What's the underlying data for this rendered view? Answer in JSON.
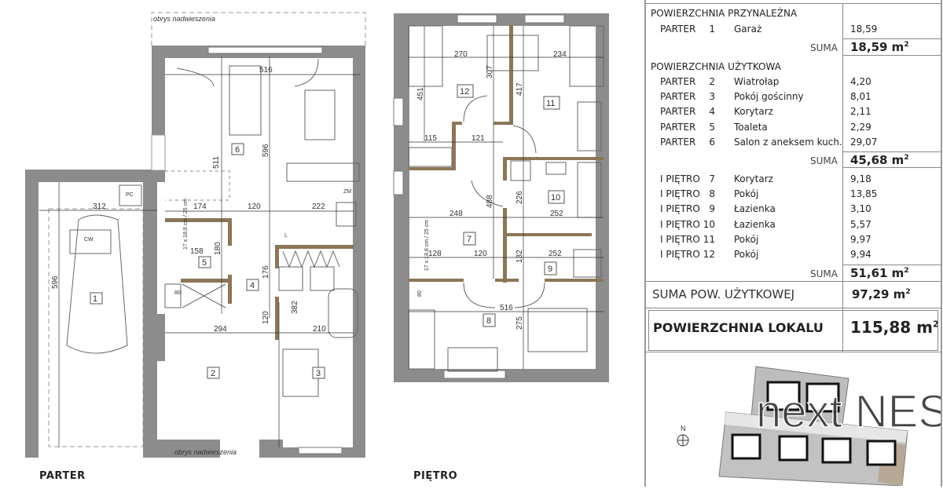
{
  "plans": {
    "ground": {
      "label": "PARTER",
      "overhang_top": "obrys nadwieszenia",
      "overhang_bottom": "obrys nadwieszenia",
      "rooms": [
        "1",
        "2",
        "3",
        "4",
        "5",
        "6"
      ],
      "equipment": {
        "pc": "PC",
        "cw": "CW",
        "zm": "ZM",
        "l": "L",
        "d80": "80"
      },
      "stairs": "17 x 18,8 cm / 25 cm",
      "dims": {
        "d516": "516",
        "d511": "511",
        "d596a": "596",
        "d312": "312",
        "d596b": "596",
        "d174": "174",
        "d120": "120",
        "d222": "222",
        "d158": "158",
        "d180": "180",
        "d176": "176",
        "d382": "382",
        "d294": "294",
        "d120b": "120",
        "d210": "210"
      }
    },
    "upper": {
      "label": "PIĘTRO",
      "rooms": [
        "7",
        "8",
        "9",
        "10",
        "11",
        "12"
      ],
      "stairs": "17 x 18,8 cm / 25 cm",
      "dims": {
        "d270": "270",
        "d234": "234",
        "d307": "307",
        "d417": "417",
        "d451": "451",
        "d115": "115",
        "d121": "121",
        "d488": "488",
        "d226": "226",
        "d248": "248",
        "d252a": "252",
        "d128": "128",
        "d120": "120",
        "d132": "132",
        "d252b": "252",
        "d516": "516",
        "d275": "275",
        "d80": "80"
      }
    }
  },
  "table": {
    "section1": "POWIERZCHNIA PRZYNALEŻNA",
    "rows1": [
      {
        "level": "PARTER",
        "no": "1",
        "name": "Garaż",
        "area": "18,59"
      }
    ],
    "sum_label": "SUMA",
    "sum1": "18,59 m",
    "section2": "POWIERZCHNIA UŻYTKOWA",
    "rows2": [
      {
        "level": "PARTER",
        "no": "2",
        "name": "Wiatrołap",
        "area": "4,20"
      },
      {
        "level": "PARTER",
        "no": "3",
        "name": "Pokój gościnny",
        "area": "8,01"
      },
      {
        "level": "PARTER",
        "no": "4",
        "name": "Korytarz",
        "area": "2,11"
      },
      {
        "level": "PARTER",
        "no": "5",
        "name": "Toaleta",
        "area": "2,29"
      },
      {
        "level": "PARTER",
        "no": "6",
        "name": "Salon z aneksem kuch.",
        "area": "29,07"
      }
    ],
    "sum2": "45,68 m",
    "rows3": [
      {
        "level": "I PIĘTRO",
        "no": "7",
        "name": "Korytarz",
        "area": "9,18"
      },
      {
        "level": "I PIĘTRO",
        "no": "8",
        "name": "Pokój",
        "area": "13,85"
      },
      {
        "level": "I PIĘTRO",
        "no": "9",
        "name": "Łazienka",
        "area": "3,10"
      },
      {
        "level": "I PIĘTRO",
        "no": "10",
        "name": "Łazienka",
        "area": "5,57"
      },
      {
        "level": "I PIĘTRO",
        "no": "11",
        "name": "Pokój",
        "area": "9,97"
      },
      {
        "level": "I PIĘTRO",
        "no": "12",
        "name": "Pokój",
        "area": "9,94"
      }
    ],
    "sum3": "51,61 m",
    "total_usable_label": "SUMA POW. UŻYTKOWEJ",
    "total_usable": "97,29 m",
    "total_label": "POWIERZCHNIA LOKALU",
    "total": "115,88 m",
    "unit_sup": "2"
  },
  "site_plan": {
    "north": "N",
    "watermark": "next NEST"
  },
  "colors": {
    "wall": "#8c8c8c",
    "inner_wall": "#8b7657",
    "highlight": "#b7a794"
  }
}
